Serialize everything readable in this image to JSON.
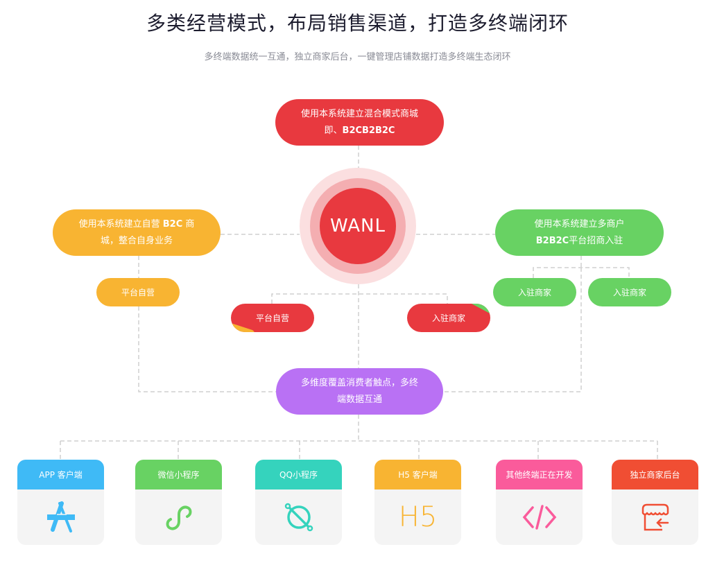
{
  "header": {
    "title": "多类经营模式，布局销售渠道，打造多终端闭环",
    "subtitle": "多终端数据统一互通，独立商家后台，一键管理店铺数据打造多终端生态闭环"
  },
  "center": {
    "logo_text": "WANL",
    "color": "#e8393f"
  },
  "top_node": {
    "line1": "使用本系统建立混合模式商城",
    "line2_prefix": "即、",
    "line2_bold": "B2CB2B2C",
    "color": "#e8393f"
  },
  "left_node": {
    "line1_prefix": "使用本系统建立自营 ",
    "line1_bold": "B2C",
    "line1_suffix": " 商",
    "line2": "城，整合自身业务",
    "color": "#f8b432"
  },
  "left_child": {
    "label": "平台自营"
  },
  "right_node": {
    "line1": "使用本系统建立多商户",
    "line2_bold": "B2B2C",
    "line2_suffix": "平台招商入驻",
    "color": "#68d263"
  },
  "right_children": [
    {
      "label": "入驻商家"
    },
    {
      "label": "入驻商家"
    }
  ],
  "center_children": [
    {
      "label": "平台自营"
    },
    {
      "label": "入驻商家"
    }
  ],
  "hub_node": {
    "line1": "多维度覆盖消费者触点，多终",
    "line2": "端数据互通",
    "color": "#b971f4"
  },
  "terminals": [
    {
      "label": "APP 客户端",
      "icon": "app-store-icon",
      "color": "#3fbaf6"
    },
    {
      "label": "微信小程序",
      "icon": "mini-program-icon",
      "color": "#68d263"
    },
    {
      "label": "QQ小程序",
      "icon": "planet-icon",
      "color": "#35d3bd"
    },
    {
      "label": "H5 客户端",
      "icon": "h5-icon",
      "icon_text": "H5",
      "color": "#f8b432"
    },
    {
      "label": "其他终端正在开发",
      "icon": "code-icon",
      "color": "#fa5b9b"
    },
    {
      "label": "独立商家后台",
      "icon": "storefront-icon",
      "color": "#f04e33"
    }
  ]
}
